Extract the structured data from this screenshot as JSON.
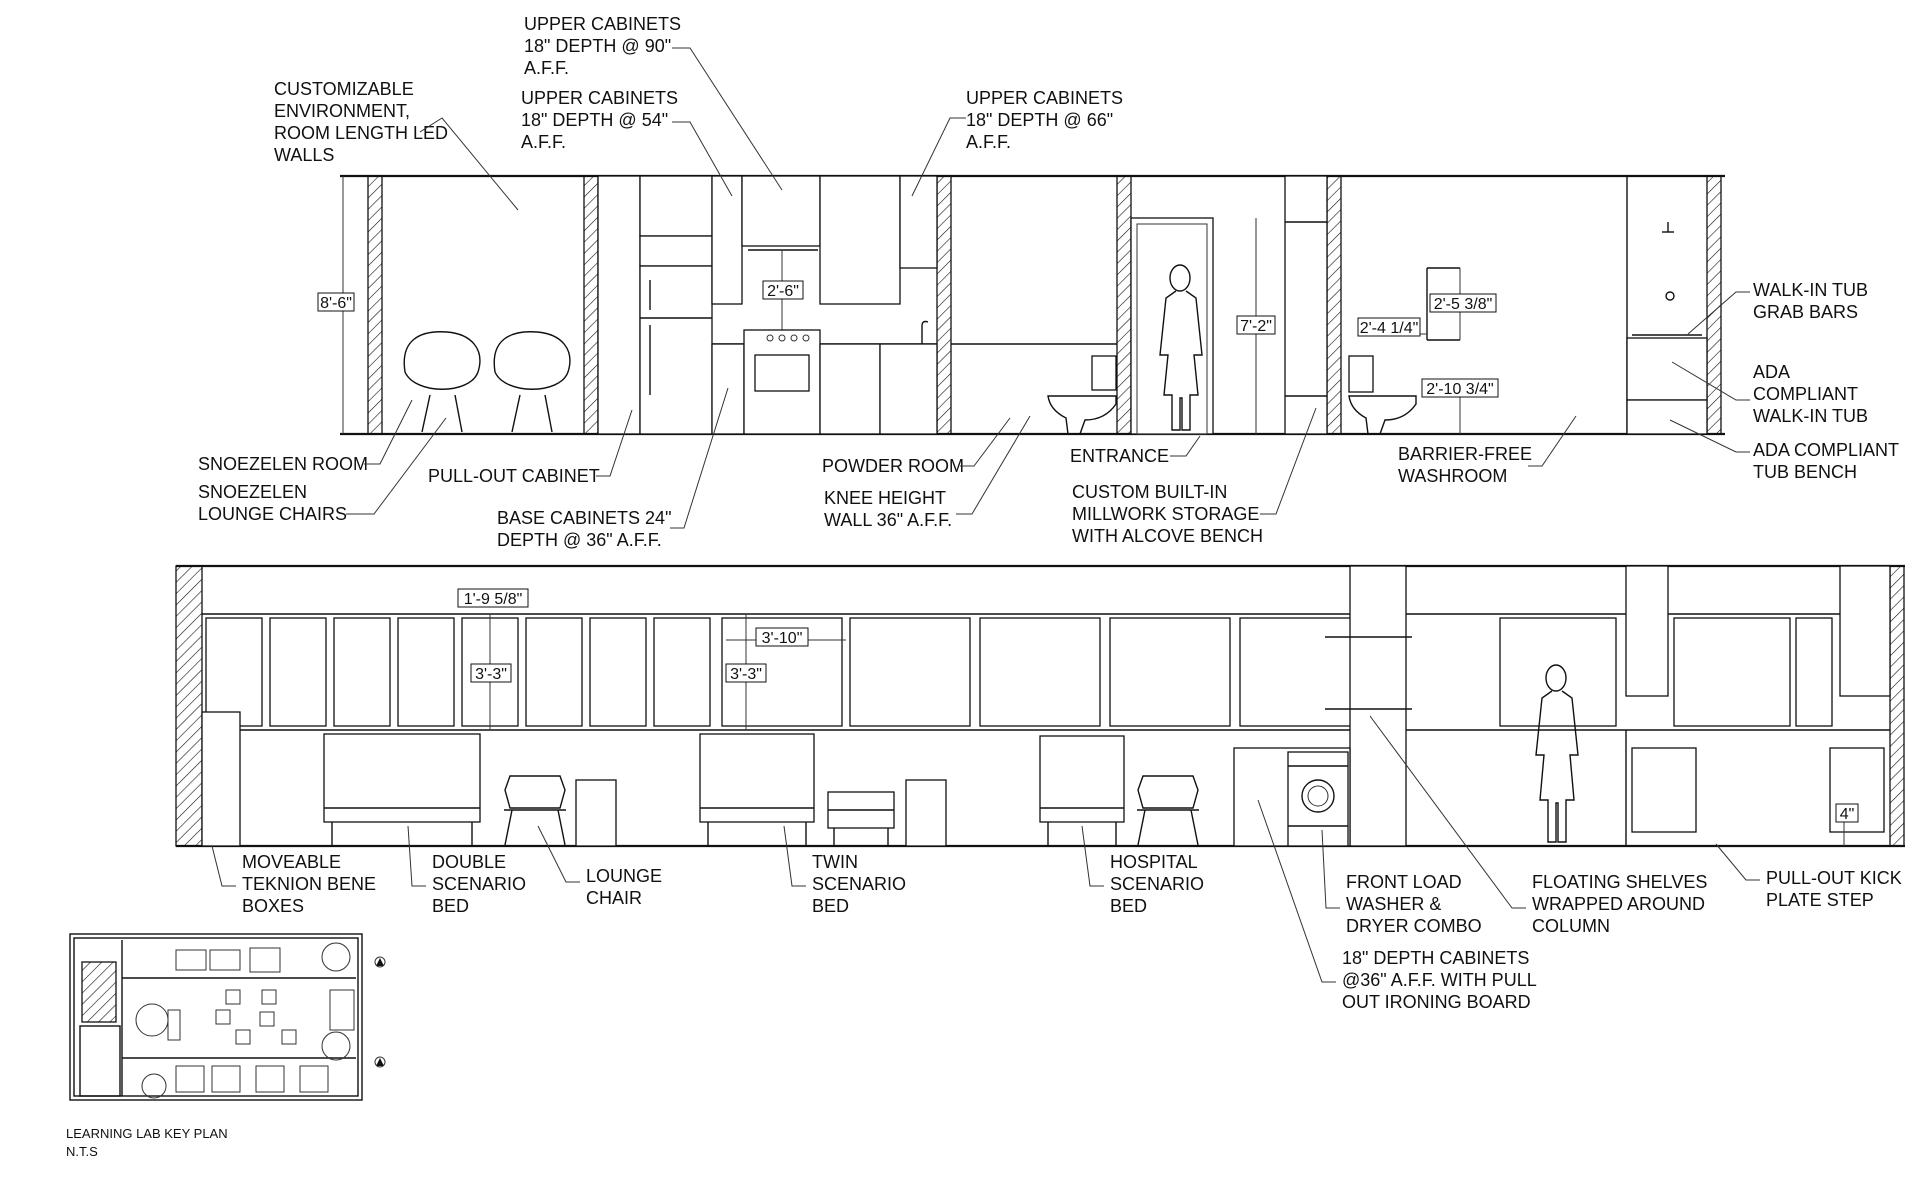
{
  "elevation_top": {
    "labels": {
      "upper_cab_90": [
        "UPPER CABINETS",
        "18\" DEPTH @ 90\"",
        "A.F.F."
      ],
      "upper_cab_54": [
        "UPPER CABINETS",
        "18\" DEPTH @ 54\"",
        "A.F.F."
      ],
      "upper_cab_66": [
        "UPPER CABINETS",
        "18\" DEPTH @ 66\"",
        "A.F.F."
      ],
      "custom_env": [
        "CUSTOMIZABLE",
        "ENVIRONMENT,",
        "ROOM LENGTH LED",
        "WALLS"
      ],
      "snoezelen_room": "SNOEZELEN ROOM",
      "snoezelen_chairs": [
        "SNOEZELEN",
        "LOUNGE CHAIRS"
      ],
      "pullout_cabinet": "PULL-OUT CABINET",
      "base_cabinets": [
        "BASE CABINETS 24\"",
        "DEPTH @ 36\" A.F.F."
      ],
      "powder_room": "POWDER ROOM",
      "knee_wall": [
        "KNEE HEIGHT",
        "WALL 36\" A.F.F."
      ],
      "entrance": "ENTRANCE",
      "millwork": [
        "CUSTOM BUILT-IN",
        "MILLWORK STORAGE",
        "WITH ALCOVE BENCH"
      ],
      "barrier_free": [
        "BARRIER-FREE",
        "WASHROOM"
      ],
      "grab_bars": [
        "WALK-IN TUB",
        "GRAB BARS"
      ],
      "ada_tub": [
        "ADA",
        "COMPLIANT",
        "WALK-IN TUB"
      ],
      "tub_bench": [
        "ADA COMPLIANT",
        "TUB BENCH"
      ]
    },
    "dims": {
      "height": "8'-6\"",
      "range_clear": "2'-6\"",
      "door": "7'-2\"",
      "grab_a": "2'-4 1/4\"",
      "grab_b": "2'-5 3/8\"",
      "grab_c": "2'-10 3/4\""
    }
  },
  "elevation_bottom": {
    "labels": {
      "moveable": [
        "MOVEABLE",
        "TEKNION BENE",
        "BOXES"
      ],
      "double_bed": [
        "DOUBLE",
        "SCENARIO",
        "BED"
      ],
      "lounge_chair": [
        "LOUNGE",
        "CHAIR"
      ],
      "twin_bed": [
        "TWIN",
        "SCENARIO",
        "BED"
      ],
      "hospital_bed": [
        "HOSPITAL",
        "SCENARIO",
        "BED"
      ],
      "washer": [
        "FRONT LOAD",
        "WASHER &",
        "DRYER COMBO"
      ],
      "cabinets_18": [
        "18\" DEPTH CABINETS",
        "@36\" A.F.F. WITH PULL",
        "OUT IRONING BOARD"
      ],
      "floating_shelves": [
        "FLOATING SHELVES",
        "WRAPPED AROUND",
        "COLUMN"
      ],
      "kick_plate": [
        "PULL-OUT KICK",
        "PLATE STEP"
      ]
    },
    "dims": {
      "panel_w": "1'-9 5/8\"",
      "panel_h1": "3'-3\"",
      "panel_w2": "3'-10\"",
      "panel_h2": "3'-3\"",
      "kick": "4\""
    }
  },
  "key_plan": {
    "title": "LEARNING LAB KEY PLAN",
    "scale": "N.T.S"
  }
}
